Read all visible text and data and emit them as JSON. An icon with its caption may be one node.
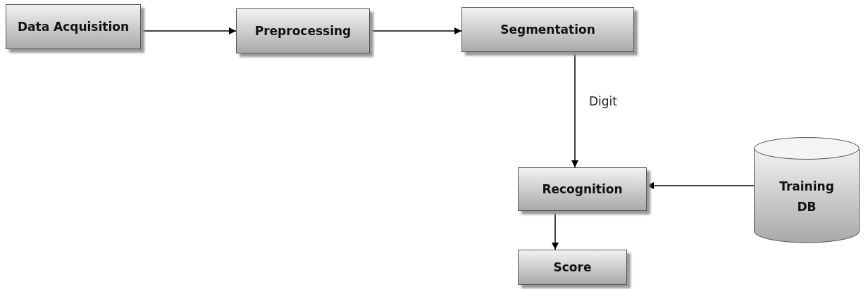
{
  "diagram": {
    "nodes": [
      {
        "text": [
          "Data Acquisition"
        ]
      },
      {
        "text": [
          "Preprocessing"
        ]
      },
      {
        "text": [
          "Segmentation"
        ]
      },
      {
        "text": [
          "Recognition"
        ]
      },
      {
        "text": [
          "Training DB"
        ]
      },
      {
        "text": [
          "Score"
        ]
      }
    ],
    "edges": [
      {
        "from": 0,
        "to": 1,
        "arrow": "to"
      },
      {
        "from": 1,
        "to": 2,
        "arrow": "to"
      },
      {
        "from": 2,
        "to": 3,
        "arrow": "to",
        "label": "Digit"
      },
      {
        "from": 4,
        "to": 3,
        "arrow": "to"
      },
      {
        "from": 3,
        "to": 5,
        "arrow": "to"
      }
    ]
  }
}
